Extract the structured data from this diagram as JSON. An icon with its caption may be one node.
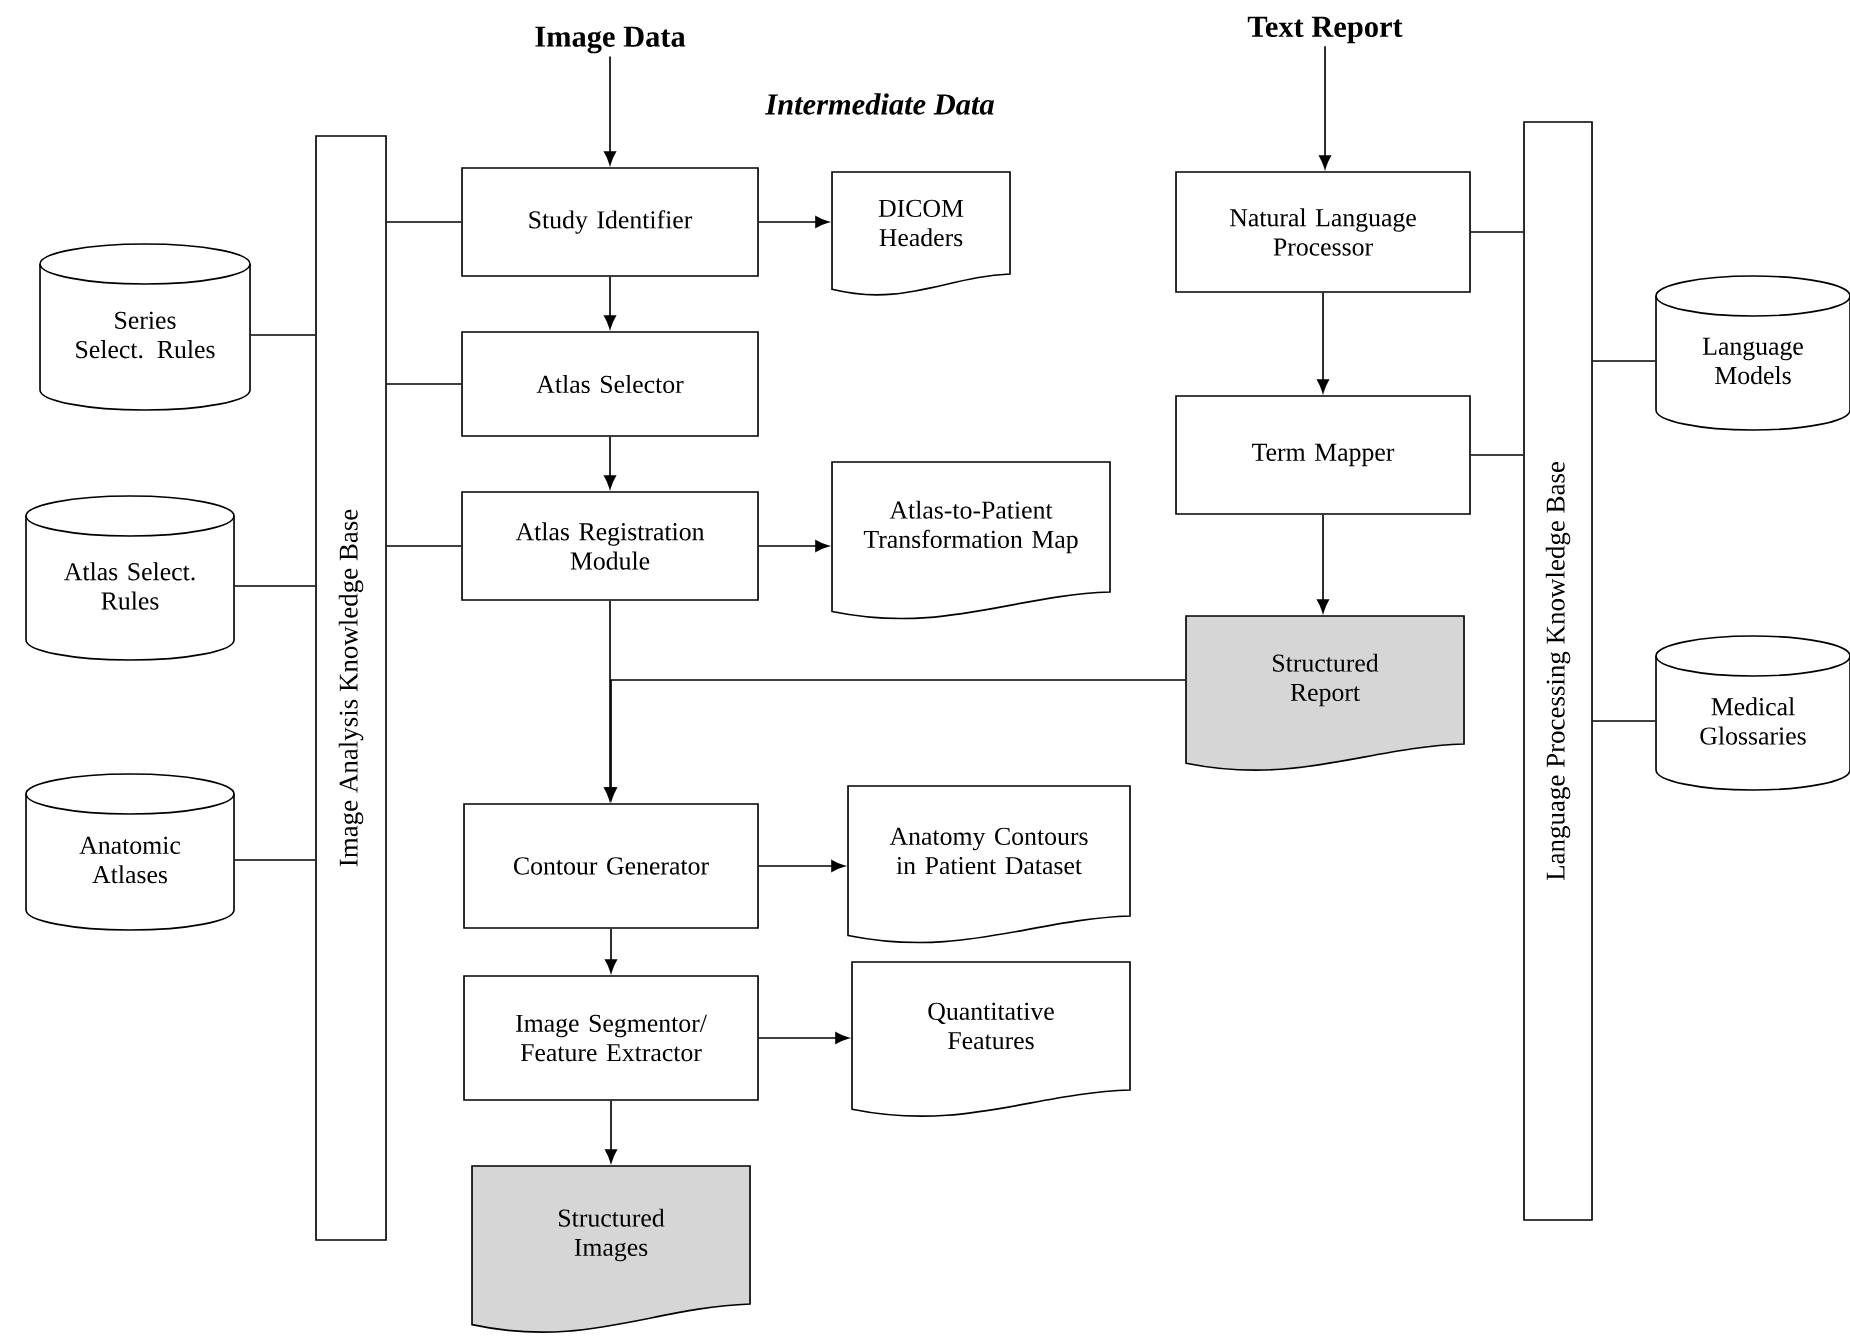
{
  "diagram": {
    "nodes": [
      {
        "text": [
          "Image Data"
        ]
      },
      {
        "text": [
          "Text Report"
        ]
      },
      {
        "text": [
          "Image Analysis Knowledge Base"
        ]
      },
      {
        "text": [
          "Study Identifier"
        ]
      },
      {
        "text": [
          "DICOM Headers"
        ]
      },
      {
        "text": [
          "Series Select. Rules"
        ]
      },
      {
        "text": [
          "Atlas Selector"
        ]
      },
      {
        "text": [
          "Atlas Registration Module"
        ]
      },
      {
        "text": [
          "Atlas-to-Patient Transformation Map"
        ]
      },
      {
        "text": [
          "Atlas Select. Rules"
        ]
      },
      {
        "text": [
          "Natural Language Processor"
        ]
      },
      {
        "text": [
          "Language Processing Knowledge Base"
        ]
      },
      {
        "text": [
          "Language Models"
        ]
      },
      {
        "text": [
          "Term Mapper"
        ]
      },
      {
        "text": [
          "Structured Report"
        ]
      },
      {
        "text": [
          "Medical Glossaries"
        ]
      },
      {
        "text": [
          "Anatomic Atlases"
        ]
      },
      {
        "text": [
          "Contour Generator"
        ]
      },
      {
        "text": [
          "Anatomy Contours in Patient Dataset"
        ]
      },
      {
        "text": [
          "Image Segmentor/ Feature Extractor"
        ]
      },
      {
        "text": [
          "Quantitative Features"
        ]
      },
      {
        "text": [
          "Structured Images"
        ]
      }
    ],
    "edges": [
      {
        "from": 0,
        "to": 3,
        "arrow": "to"
      },
      {
        "from": 3,
        "to": 4,
        "arrow": "to"
      },
      {
        "from": 3,
        "to": 6,
        "arrow": "to"
      },
      {
        "from": 6,
        "to": 7,
        "arrow": "to"
      },
      {
        "from": 7,
        "to": 8,
        "arrow": "to"
      },
      {
        "from": 7,
        "to": 17,
        "arrow": "to"
      },
      {
        "from": 14,
        "to": 17,
        "arrow": "to"
      },
      {
        "from": 17,
        "to": 18,
        "arrow": "to"
      },
      {
        "from": 17,
        "to": 19,
        "arrow": "to"
      },
      {
        "from": 19,
        "to": 20,
        "arrow": "to"
      },
      {
        "from": 19,
        "to": 21,
        "arrow": "to"
      },
      {
        "from": 1,
        "to": 10,
        "arrow": "to"
      },
      {
        "from": 10,
        "to": 13,
        "arrow": "to"
      },
      {
        "from": 13,
        "to": 14,
        "arrow": "to"
      },
      {
        "from": 3,
        "to": 2,
        "arrow": "none"
      },
      {
        "from": 6,
        "to": 2,
        "arrow": "none"
      },
      {
        "from": 7,
        "to": 2,
        "arrow": "none"
      },
      {
        "from": 5,
        "to": 2,
        "arrow": "none"
      },
      {
        "from": 9,
        "to": 2,
        "arrow": "none"
      },
      {
        "from": 16,
        "to": 2,
        "arrow": "none"
      },
      {
        "from": 10,
        "to": 11,
        "arrow": "none"
      },
      {
        "from": 13,
        "to": 11,
        "arrow": "none"
      },
      {
        "from": 12,
        "to": 11,
        "arrow": "none"
      },
      {
        "from": 15,
        "to": 11,
        "arrow": "none"
      }
    ],
    "labels": [
      "Intermediate Data"
    ]
  }
}
